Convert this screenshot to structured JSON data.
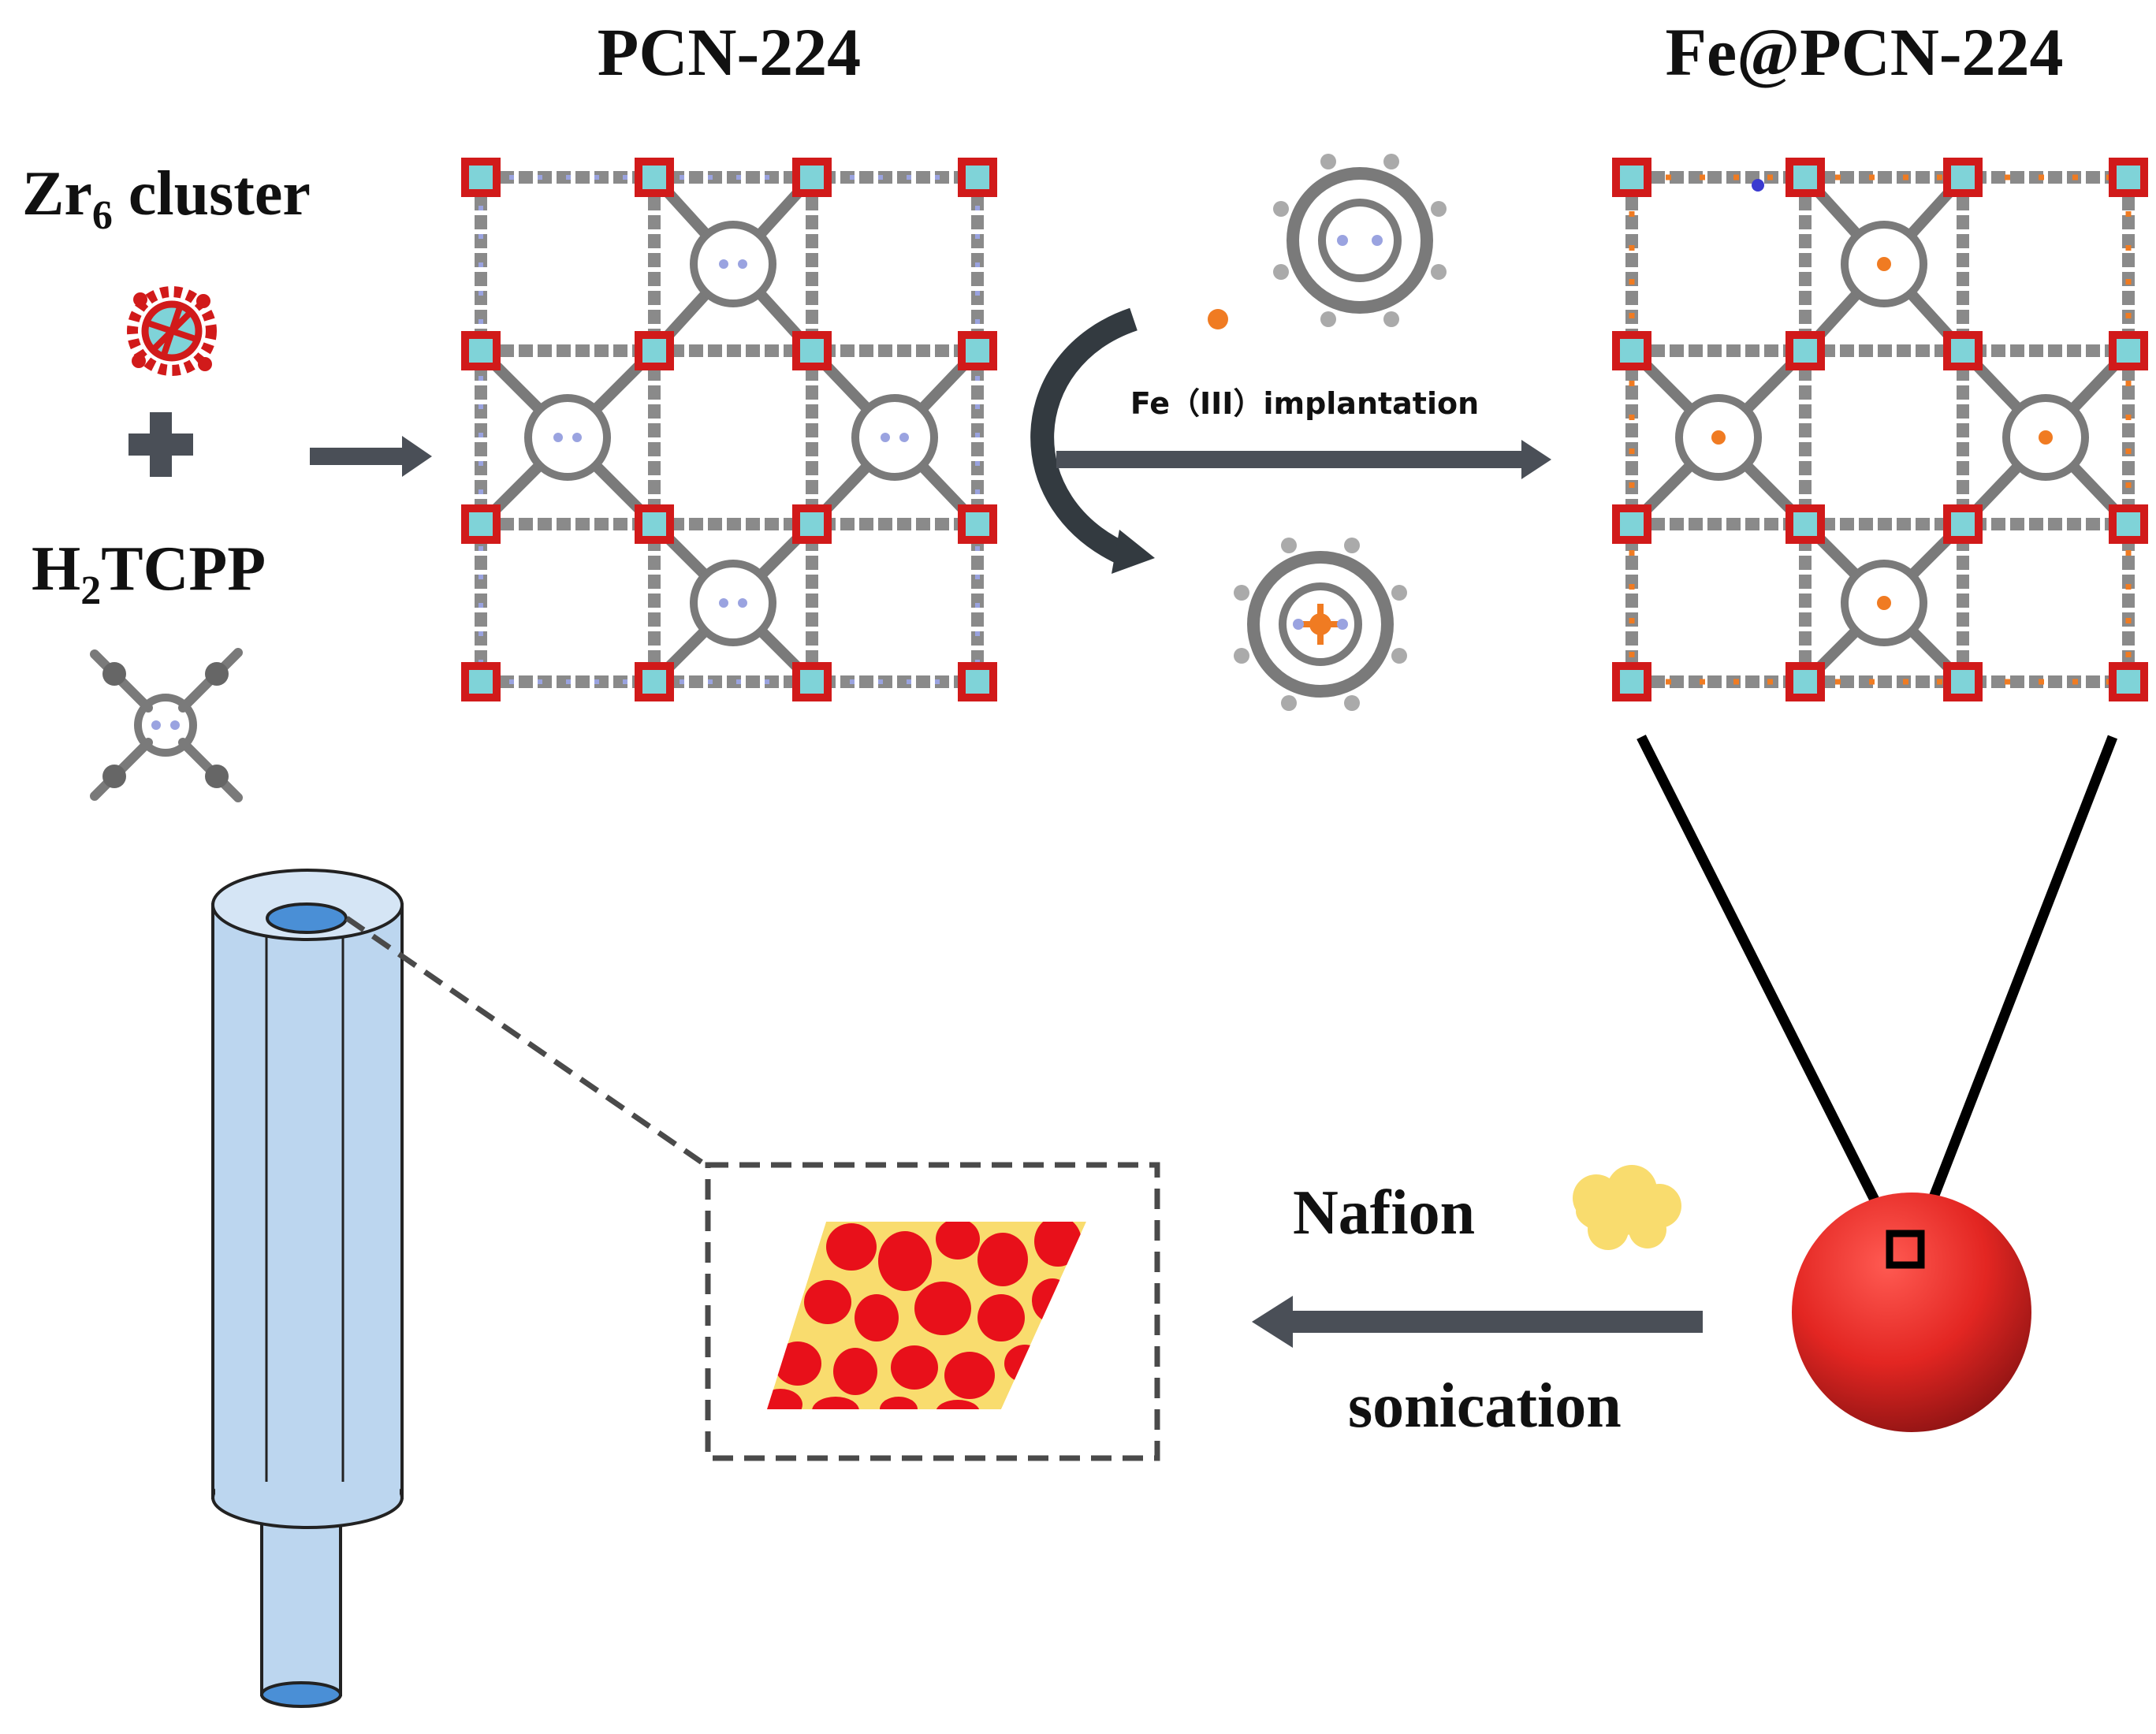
{
  "labels": {
    "pcn224": "PCN-224",
    "fe_pcn224": "Fe@PCN-224",
    "zr_cluster_prefix": "Zr",
    "zr_cluster_sub": "6",
    "zr_cluster_suffix": " cluster",
    "h2tcpp_prefix": "H",
    "h2tcpp_sub": "2",
    "h2tcpp_suffix": "TCPP",
    "fe_implantation": "Fe（III）implantation",
    "nafion": "Nafion",
    "sonication": "sonication"
  },
  "colors": {
    "arrow": "#4a4f57",
    "oxygen_red": "#d11a1a",
    "zirconium_cyan": "#7fd3d8",
    "carbon_gray": "#7a7a7a",
    "nitrogen_blue": "#9aa3e0",
    "iron_orange": "#f07b22",
    "electrode_fill": "#bcd6ef",
    "electrode_disc": "#4a8fd6",
    "nafion_yellow": "#f9dc6e",
    "sphere_red": "#e8302e"
  },
  "icons": {
    "zr_cluster": "zr6-cluster-icon",
    "h2tcpp": "h2tcpp-molecule-icon",
    "fe_ion": "fe-ion-dot",
    "free_porphyrin": "free-porphyrin-icon",
    "fe_porphyrin": "fe-porphyrin-icon",
    "electrode": "glassy-carbon-electrode-icon",
    "particle": "particle-sphere-icon",
    "nafion_cloud": "nafion-cloud-icon"
  }
}
